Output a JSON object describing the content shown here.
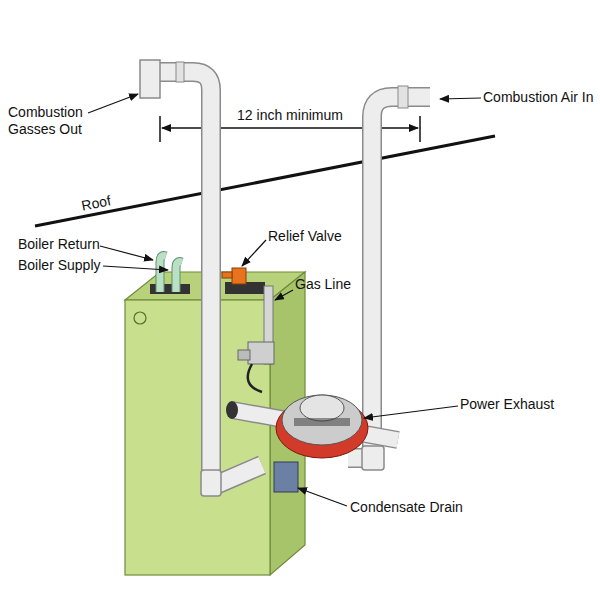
{
  "diagram": {
    "labels": [
      "Combustion Gasses Out",
      "12 inch minimum",
      "Combustion Air In",
      "Roof",
      "Boiler Return",
      "Boiler Supply",
      "Relief Valve",
      "Gas Line",
      "Power Exhaust",
      "Condensate Drain"
    ]
  }
}
